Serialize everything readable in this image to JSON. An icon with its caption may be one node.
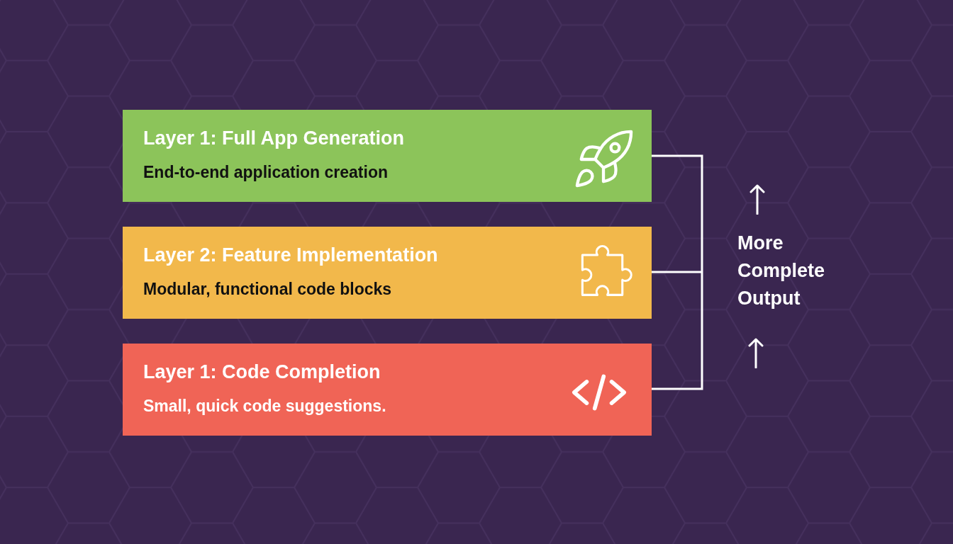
{
  "diagram": {
    "nodes": [
      {
        "text": [
          "Layer 1: Full App Generation",
          "End-to-end application creation"
        ]
      },
      {
        "text": [
          "Layer 2: Feature Implementation",
          "Modular, functional code blocks"
        ]
      },
      {
        "text": [
          "Layer 1: Code Completion",
          "Small, quick code suggestions."
        ]
      }
    ],
    "labels": [
      "More Complete Output"
    ]
  }
}
